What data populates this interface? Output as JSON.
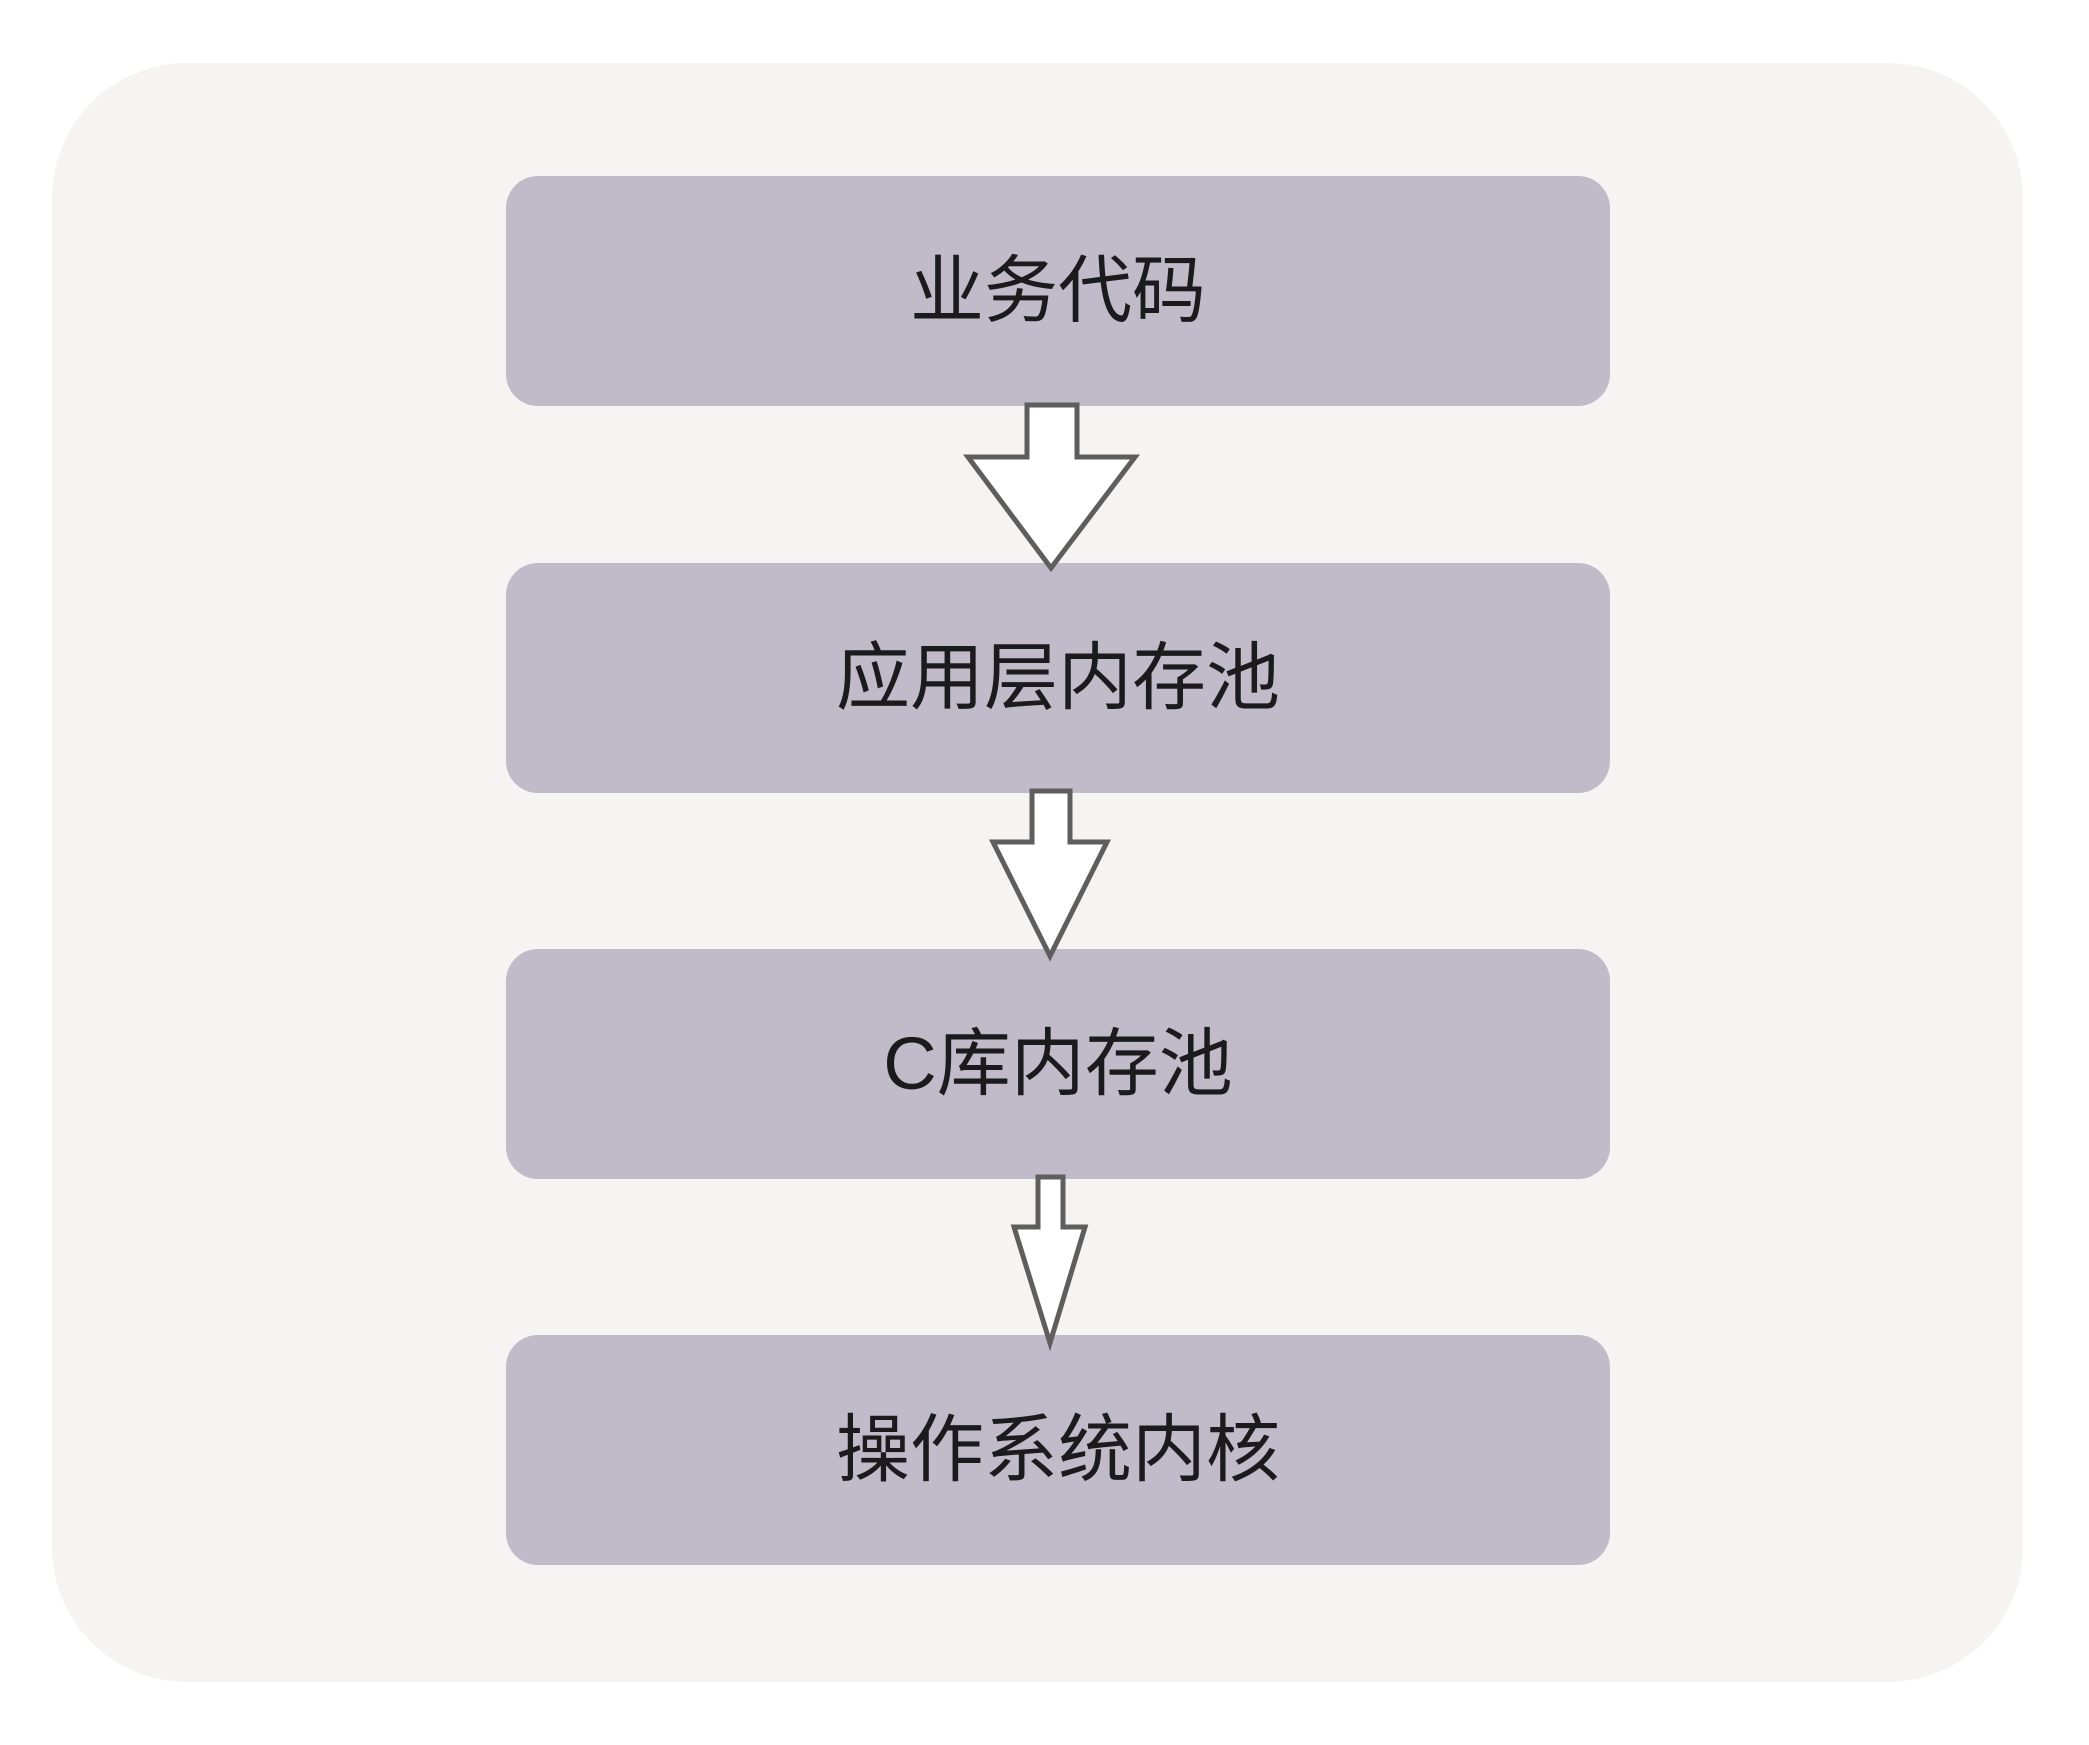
{
  "diagram": {
    "type": "flowchart",
    "direction": "top-to-bottom",
    "nodes": [
      {
        "id": "business-code",
        "label": "业务代码"
      },
      {
        "id": "app-layer-memory-pool",
        "label": "应用层内存池"
      },
      {
        "id": "c-library-memory-pool",
        "label": "C库内存池"
      },
      {
        "id": "os-kernel",
        "label": "操作系统内核"
      }
    ],
    "edges": [
      {
        "from": "business-code",
        "to": "app-layer-memory-pool",
        "style": "block-arrow-down-large"
      },
      {
        "from": "app-layer-memory-pool",
        "to": "c-library-memory-pool",
        "style": "block-arrow-down-medium"
      },
      {
        "from": "c-library-memory-pool",
        "to": "os-kernel",
        "style": "block-arrow-down-small"
      }
    ],
    "colors": {
      "page_bg": "#ffffff",
      "canvas_bg": "#f5f4f2",
      "node_fill": "#c1bac9",
      "node_text": "#1b1b1d",
      "arrow_fill": "#ffffff",
      "arrow_stroke": "#5e5e5e"
    }
  }
}
